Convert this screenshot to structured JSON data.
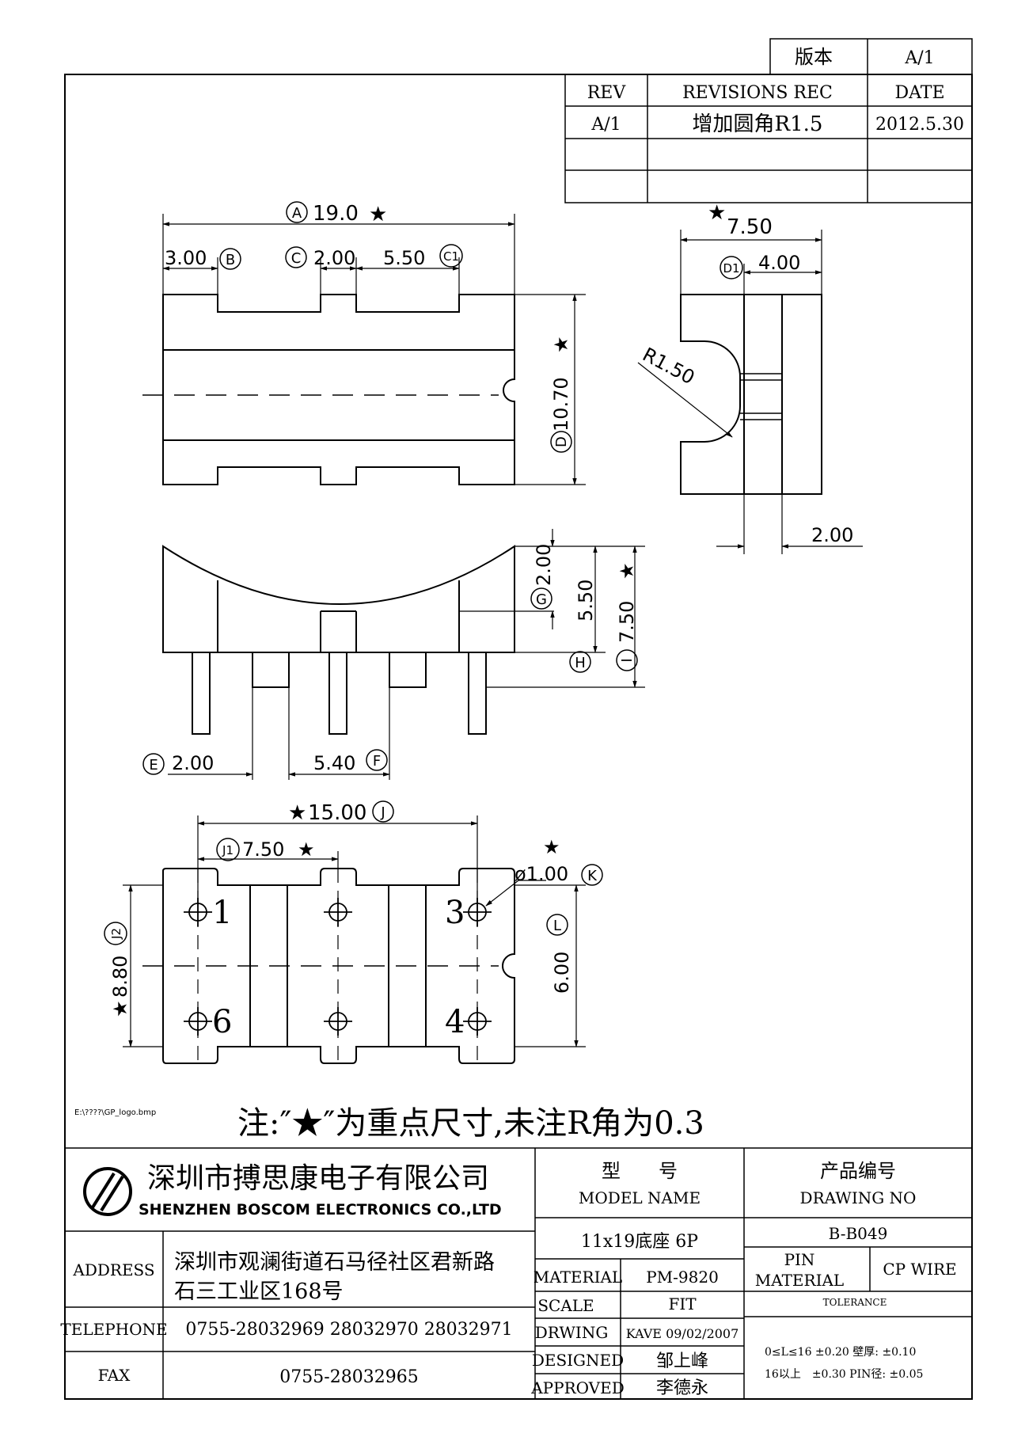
{
  "version_box": {
    "label": "版本",
    "value": "A/1"
  },
  "revisions": {
    "headers": [
      "REV",
      "REVISIONS REC",
      "DATE"
    ],
    "rows": [
      [
        "A/1",
        "增加圆角R1.5",
        "2012.5.30"
      ],
      [
        "",
        "",
        ""
      ],
      [
        "",
        "",
        ""
      ]
    ]
  },
  "top_view": {
    "dim_A": "19.0",
    "dim_B": "3.00",
    "dim_C": "2.00",
    "dim_C1": "5.50",
    "dim_D": "10.70",
    "label_A": "A",
    "label_B": "B",
    "label_C": "C",
    "label_C1": "C1",
    "label_D": "D"
  },
  "side_view": {
    "dim_total": "7.50",
    "dim_D1": "4.00",
    "label_D1": "D1",
    "radius": "R1.50",
    "dim_bottom": "2.00"
  },
  "front_view": {
    "dim_G": "2.00",
    "dim_H": "5.50",
    "dim_I": "7.50",
    "dim_E": "2.00",
    "dim_F": "5.40",
    "label_G": "G",
    "label_H": "H",
    "label_I": "I",
    "label_E": "E",
    "label_F": "F"
  },
  "bottom_view": {
    "dim_J": "15.00",
    "dim_J1": "7.50",
    "dim_J2": "8.80",
    "dim_K": "ø1.00",
    "dim_L": "6.00",
    "label_J": "J",
    "label_J1": "J1",
    "label_J2": "J2",
    "label_K": "K",
    "label_L": "L",
    "pins": [
      "1",
      "3",
      "6",
      "4"
    ]
  },
  "star": "★",
  "logo_path": "E:\\????\\GP_logo.bmp",
  "note": "注:″★″为重点尺寸,未注R角为0.3",
  "title_block": {
    "company_cn": "深圳市搏思康电子有限公司",
    "company_en": "SHENZHEN BOSCOM ELECTRONICS CO.,LTD",
    "model_label_cn": "型　　号",
    "model_label_en": "MODEL NAME",
    "model_value": "11x19底座 6P",
    "drawing_label_cn": "产品编号",
    "drawing_label_en": "DRAWING NO",
    "drawing_value": "B-B049",
    "address_label": "ADDRESS",
    "address_line1": "深圳市观澜街道石马径社区君新路",
    "address_line2": "石三工业区168号",
    "telephone_label": "TELEPHONE",
    "telephone_value": "0755-28032969 28032970 28032971",
    "fax_label": "FAX",
    "fax_value": "0755-28032965",
    "material_label": "MATERIAL",
    "material_value": "PM-9820",
    "scale_label": "SCALE",
    "scale_value": "FIT",
    "drwing_label": "DRWING",
    "drwing_value": "KAVE 09/02/2007",
    "designed_label": "DESIGNED",
    "designed_value": "邹上峰",
    "approved_label": "APPROVED",
    "approved_value": "李德永",
    "pin_material_label1": "PIN",
    "pin_material_label2": "MATERIAL",
    "pin_material_value": "CP WIRE",
    "tolerance_label": "TOLERANCE",
    "tolerance_line1": "0≤L≤16 ±0.20 壁厚: ±0.10",
    "tolerance_line2": "16以上　±0.30 PIN径: ±0.05"
  }
}
